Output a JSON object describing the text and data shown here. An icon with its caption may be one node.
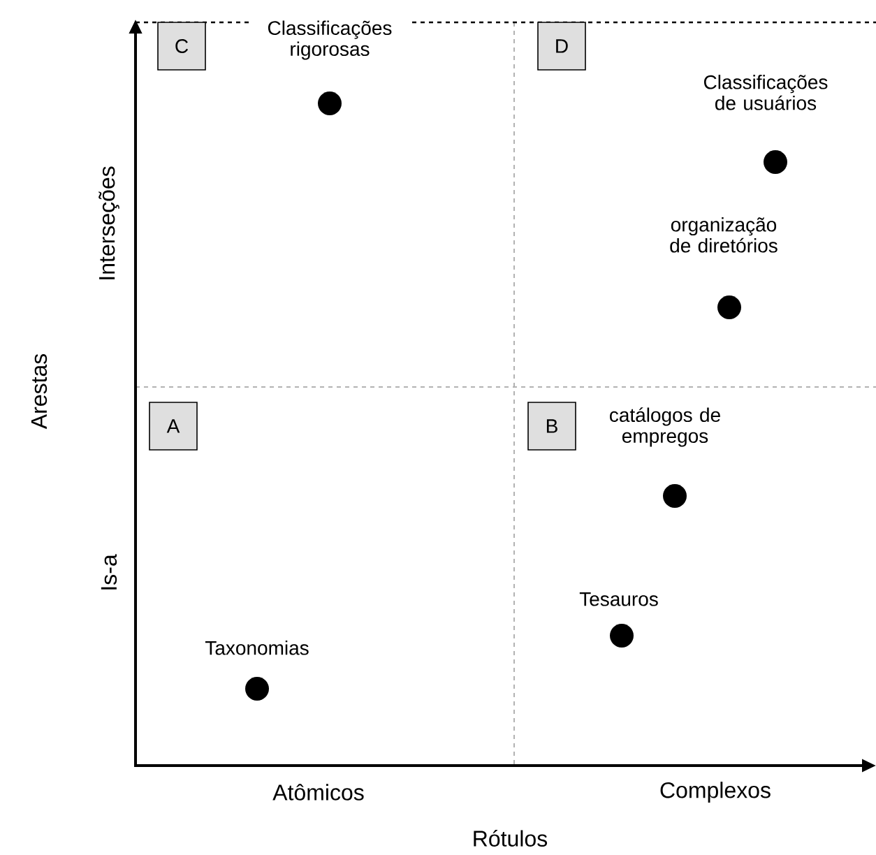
{
  "diagram": {
    "nodes": [
      {
        "text": [
          "C"
        ]
      },
      {
        "text": [],
        "shape": "circle",
        "beside": [
          "Classificações rigorosas"
        ]
      },
      {
        "text": [
          "D"
        ]
      },
      {
        "text": [],
        "shape": "circle",
        "beside": [
          "Classificações de usuários"
        ]
      },
      {
        "text": [],
        "shape": "circle",
        "beside": [
          "organização de diretórios"
        ]
      },
      {
        "text": [
          "A"
        ]
      },
      {
        "text": [
          "B"
        ]
      },
      {
        "text": [],
        "shape": "circle",
        "beside": [
          "catálogos de empregos"
        ]
      },
      {
        "text": [],
        "shape": "circle",
        "beside": [
          "Tesauros"
        ]
      },
      {
        "text": [],
        "shape": "circle",
        "beside": [
          "Taxonomias"
        ]
      }
    ],
    "labels": [
      "Arestas",
      "Interseções",
      "Is-a",
      "Atômicos",
      "Complexos",
      "Rótulos"
    ]
  }
}
